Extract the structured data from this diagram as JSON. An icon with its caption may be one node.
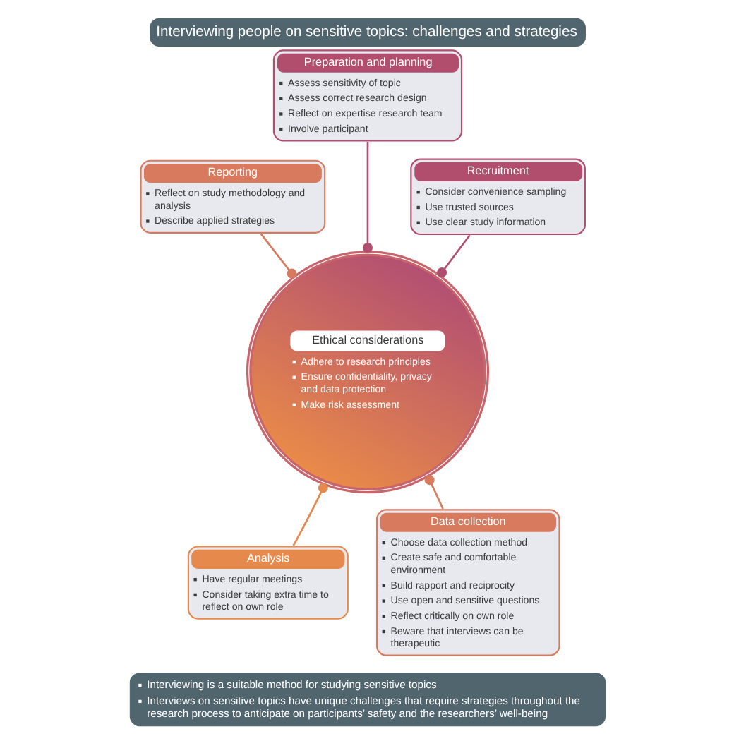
{
  "diagram": {
    "title": "Interviewing people on sensitive topics: challenges and strategies",
    "nodes": [
      {
        "text": [
          "Preparation and planning",
          "Assess sensitivity of topic",
          "Assess correct research design",
          "Reflect on expertise research team",
          "Involve participant"
        ]
      },
      {
        "text": [
          "Reporting",
          "Reflect on study methodology and analysis",
          "Describe applied strategies"
        ]
      },
      {
        "text": [
          "Recruitment",
          "Consider convenience sampling",
          "Use trusted sources",
          "Use clear study information"
        ]
      },
      {
        "text": [
          "Ethical considerations",
          "Adhere to research principles",
          "Ensure confidentiality, privacy and data protection",
          "Make risk assessment"
        ]
      },
      {
        "text": [
          "Analysis",
          "Have regular meetings",
          "Consider taking extra time to reflect on own role"
        ]
      },
      {
        "text": [
          "Data collection",
          "Choose data collection method",
          "Create safe and comfortable environment",
          "Build rapport and reciprocity",
          "Use open and sensitive questions",
          "Reflect critically on own role",
          "Beware that interviews can be therapeutic"
        ]
      },
      {
        "text": [
          "Interviewing is a suitable method for studying sensitive topics",
          "Interviews on sensitive topics have unique challenges that require strategies throughout the research process to anticipate on participants’ safety and the researchers’ well-being"
        ]
      }
    ],
    "edges": [
      {
        "from": 0,
        "to": 3,
        "arrow": "other",
        "color": "#b14e6e"
      },
      {
        "from": 1,
        "to": 3,
        "arrow": "other",
        "color": "#d77a5e"
      },
      {
        "from": 2,
        "to": 3,
        "arrow": "other",
        "color": "#b14e6e"
      },
      {
        "from": 4,
        "to": 3,
        "arrow": "other",
        "color": "#e6894c"
      },
      {
        "from": 5,
        "to": 3,
        "arrow": "other",
        "color": "#d77a5e"
      }
    ]
  }
}
